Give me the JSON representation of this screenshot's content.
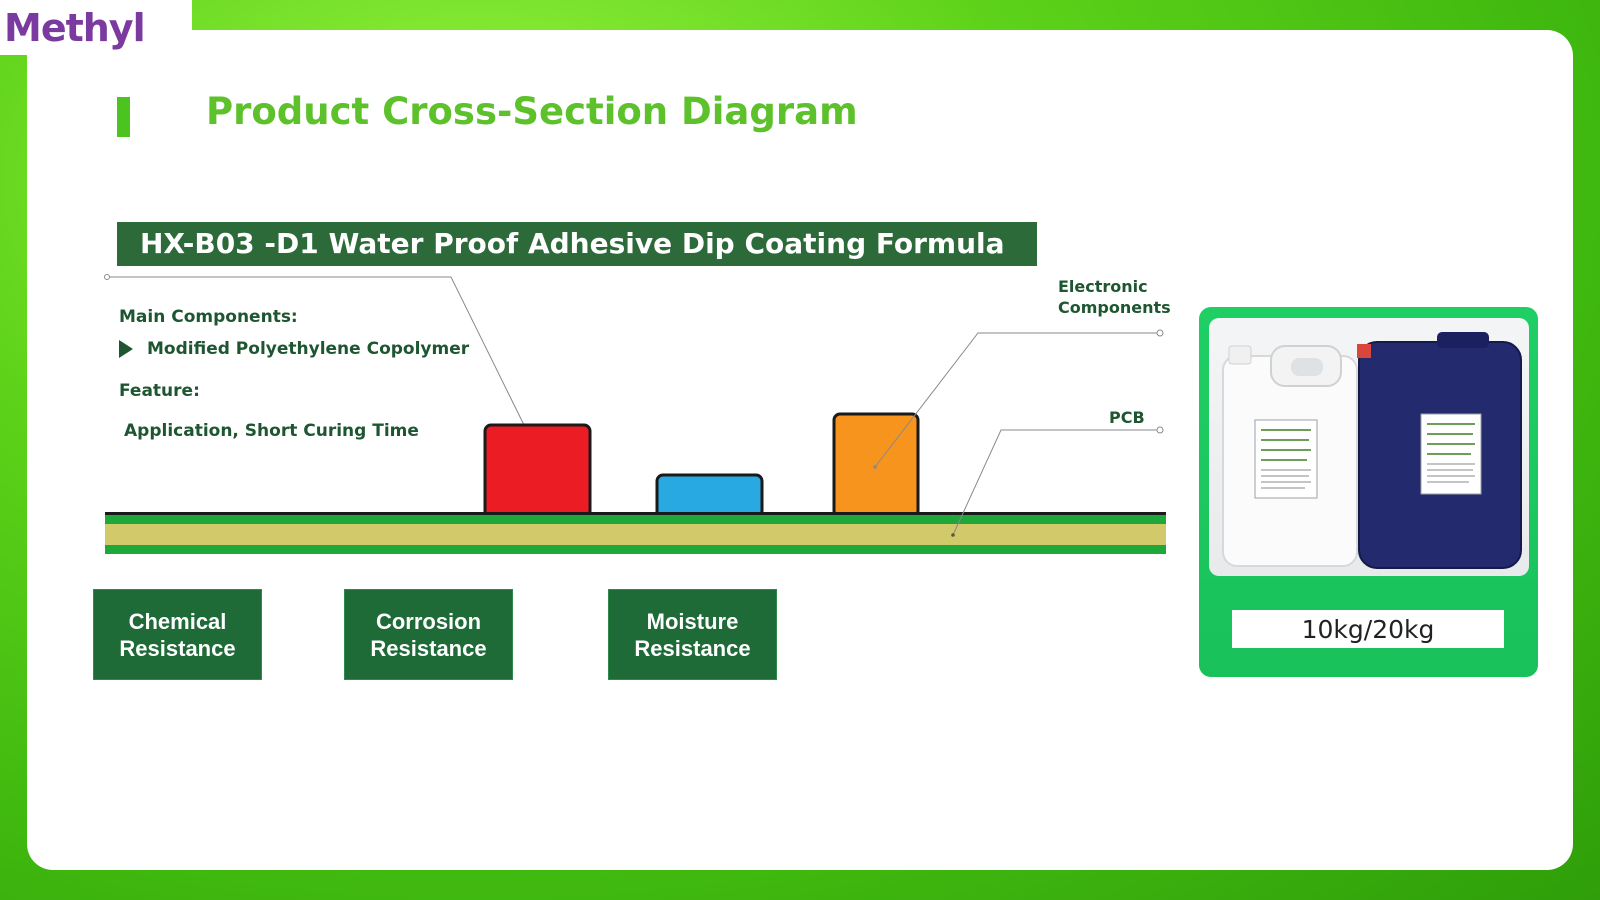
{
  "brand": {
    "logo_text": "Methyl"
  },
  "page": {
    "title": "Product Cross-Section Diagram"
  },
  "product": {
    "name": "HX-B03  -D1 Water Proof Adhesive Dip Coating Formula",
    "main_components_label": "Main Components:",
    "main_component": "Modified Polyethylene Copolymer",
    "feature_label": "Feature:",
    "feature_value": "Application, Short Curing Time",
    "package_sizes": "10kg/20kg"
  },
  "diagram": {
    "callout_electronic_components": "Electronic\nComponents",
    "callout_pcb": "PCB",
    "colors": {
      "component_red": "#ec1c24",
      "component_blue": "#29a9e1",
      "component_orange": "#f7941d",
      "pcb_green": "#1fa83a",
      "pcb_core": "#d1c96a"
    }
  },
  "resistance_tags": [
    {
      "label": "Chemical\nResistance"
    },
    {
      "label": "Corrosion\nResistance"
    },
    {
      "label": "Moisture\nResistance"
    }
  ],
  "theme": {
    "accent_green": "#5cc12a",
    "banner_green": "#2d6a3a",
    "tag_green": "#1f6b38"
  }
}
